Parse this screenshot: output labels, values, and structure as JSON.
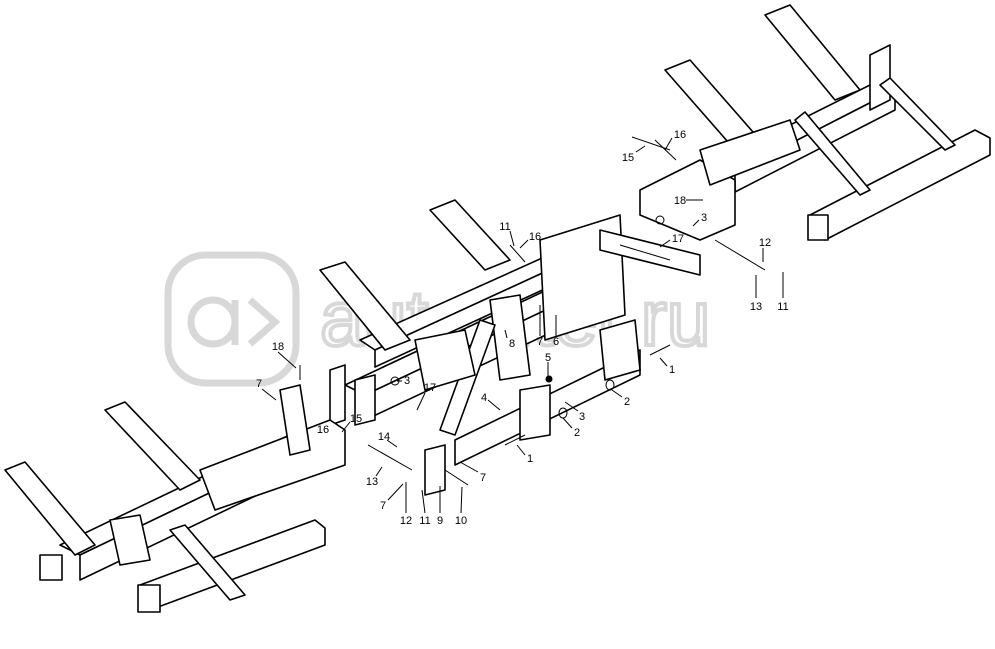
{
  "diagram": {
    "watermark": "autopiter.ru",
    "callouts": [
      {
        "id": "c1",
        "text": "16"
      },
      {
        "id": "c2",
        "text": "15"
      },
      {
        "id": "c3",
        "text": "18"
      },
      {
        "id": "c4",
        "text": "3"
      },
      {
        "id": "c5",
        "text": "11"
      },
      {
        "id": "c6",
        "text": "16"
      },
      {
        "id": "c7",
        "text": "17"
      },
      {
        "id": "c8",
        "text": "12"
      },
      {
        "id": "c9",
        "text": "13"
      },
      {
        "id": "c10",
        "text": "11"
      },
      {
        "id": "c11",
        "text": "18"
      },
      {
        "id": "c12",
        "text": "7"
      },
      {
        "id": "c13",
        "text": "3"
      },
      {
        "id": "c14",
        "text": "17"
      },
      {
        "id": "c15",
        "text": "15"
      },
      {
        "id": "c16",
        "text": "16"
      },
      {
        "id": "c17",
        "text": "14"
      },
      {
        "id": "c18",
        "text": "8"
      },
      {
        "id": "c19",
        "text": "7"
      },
      {
        "id": "c20",
        "text": "6"
      },
      {
        "id": "c21",
        "text": "5"
      },
      {
        "id": "c22",
        "text": "4"
      },
      {
        "id": "c23",
        "text": "3"
      },
      {
        "id": "c24",
        "text": "2"
      },
      {
        "id": "c25",
        "text": "2"
      },
      {
        "id": "c26",
        "text": "1"
      },
      {
        "id": "c27",
        "text": "1"
      },
      {
        "id": "c28",
        "text": "7"
      },
      {
        "id": "c29",
        "text": "13"
      },
      {
        "id": "c30",
        "text": "7"
      },
      {
        "id": "c31",
        "text": "12"
      },
      {
        "id": "c32",
        "text": "11"
      },
      {
        "id": "c33",
        "text": "9"
      },
      {
        "id": "c34",
        "text": "10"
      }
    ]
  }
}
